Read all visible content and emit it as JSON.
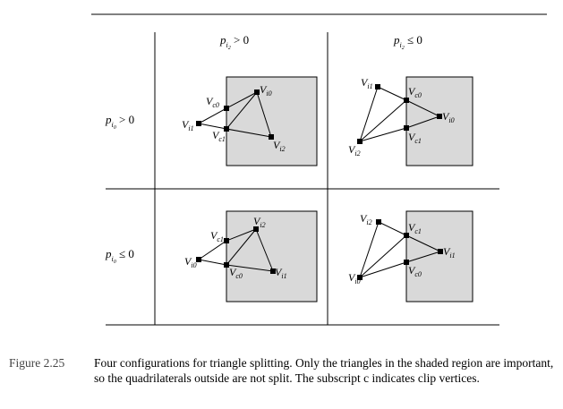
{
  "figure": {
    "row_headers": [
      {
        "base": "p",
        "sub": "i",
        "subsub": "0",
        "rel": " > 0"
      },
      {
        "base": "p",
        "sub": "i",
        "subsub": "0",
        "rel": " ≤ 0"
      }
    ],
    "col_headers": [
      {
        "base": "p",
        "sub": "i",
        "subsub": "2",
        "rel": " > 0"
      },
      {
        "base": "p",
        "sub": "i",
        "subsub": "2",
        "rel": " ≤ 0"
      }
    ],
    "panels": [
      {
        "id": "top-left",
        "vertices": [
          {
            "key": "Vi0",
            "base": "V",
            "sub": "i",
            "subsub": "0"
          },
          {
            "key": "Vi1",
            "base": "V",
            "sub": "i",
            "subsub": "1"
          },
          {
            "key": "Vi2",
            "base": "V",
            "sub": "i",
            "subsub": "2"
          },
          {
            "key": "Vc0",
            "base": "V",
            "sub": "c",
            "subsub": "0"
          },
          {
            "key": "Vc1",
            "base": "V",
            "sub": "c",
            "subsub": "1"
          }
        ]
      },
      {
        "id": "top-right",
        "vertices": [
          {
            "key": "Vi1",
            "base": "V",
            "sub": "i",
            "subsub": "1"
          },
          {
            "key": "Vi2",
            "base": "V",
            "sub": "i",
            "subsub": "2"
          },
          {
            "key": "Vi0",
            "base": "V",
            "sub": "i",
            "subsub": "0"
          },
          {
            "key": "Vc0",
            "base": "V",
            "sub": "c",
            "subsub": "0"
          },
          {
            "key": "Vc1",
            "base": "V",
            "sub": "c",
            "subsub": "1"
          }
        ]
      },
      {
        "id": "bottom-left",
        "vertices": [
          {
            "key": "Vi2",
            "base": "V",
            "sub": "i",
            "subsub": "2"
          },
          {
            "key": "Vi0",
            "base": "V",
            "sub": "i",
            "subsub": "0"
          },
          {
            "key": "Vi1",
            "base": "V",
            "sub": "i",
            "subsub": "1"
          },
          {
            "key": "Vc0",
            "base": "V",
            "sub": "c",
            "subsub": "0"
          },
          {
            "key": "Vc1",
            "base": "V",
            "sub": "c",
            "subsub": "1"
          }
        ]
      },
      {
        "id": "bottom-right",
        "vertices": [
          {
            "key": "Vi2",
            "base": "V",
            "sub": "i",
            "subsub": "2"
          },
          {
            "key": "Vi0",
            "base": "V",
            "sub": "i",
            "subsub": "0"
          },
          {
            "key": "Vi1",
            "base": "V",
            "sub": "i",
            "subsub": "1"
          },
          {
            "key": "Vc0",
            "base": "V",
            "sub": "c",
            "subsub": "0"
          },
          {
            "key": "Vc1",
            "base": "V",
            "sub": "c",
            "subsub": "1"
          }
        ]
      }
    ],
    "colors": {
      "shaded_region": "#d9d9d9",
      "line": "#000000"
    }
  },
  "caption": {
    "number": "Figure 2.25",
    "text": "Four configurations for triangle splitting. Only the triangles in the shaded region are important, so the quadrilaterals outside are not split. The subscript c indicates clip vertices."
  }
}
